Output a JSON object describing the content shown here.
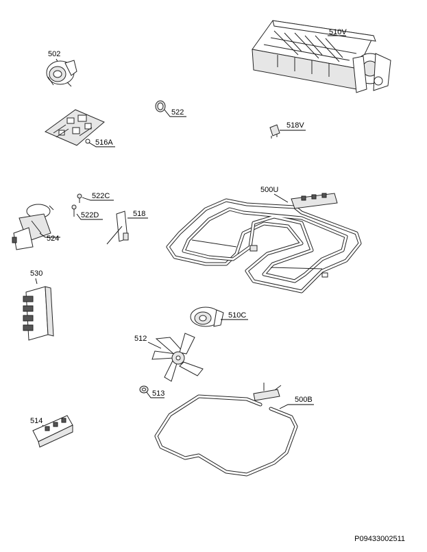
{
  "diagram": {
    "document_code": "P09433002511",
    "parts": {
      "p510V": "510V",
      "p502": "502",
      "p522": "522",
      "p516A": "516A",
      "p518V": "518V",
      "p500U": "500U",
      "p522C": "522C",
      "p522D": "522D",
      "p518": "518",
      "p524": "524",
      "p530": "530",
      "p510C": "510C",
      "p512": "512",
      "p513": "513",
      "p500B": "500B",
      "p514": "514"
    }
  }
}
